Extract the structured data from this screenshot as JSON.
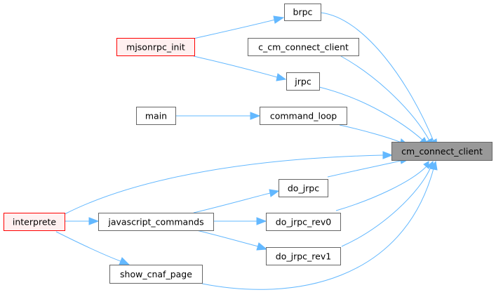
{
  "graph": {
    "edge_color": "#63b8ff",
    "nodes": {
      "brpc": "brpc",
      "mjsonrpc_init": "mjsonrpc_init",
      "c_cm_connect_client": "c_cm_connect_client",
      "jrpc": "jrpc",
      "main": "main",
      "command_loop": "command_loop",
      "cm_connect_client": "cm_connect_client",
      "do_jrpc": "do_jrpc",
      "interprete": "interprete",
      "javascript_commands": "javascript_commands",
      "do_jrpc_rev0": "do_jrpc_rev0",
      "do_jrpc_rev1": "do_jrpc_rev1",
      "show_cnaf_page": "show_cnaf_page"
    },
    "edges": [
      [
        "brpc",
        "cm_connect_client"
      ],
      [
        "c_cm_connect_client",
        "cm_connect_client"
      ],
      [
        "jrpc",
        "cm_connect_client"
      ],
      [
        "command_loop",
        "cm_connect_client"
      ],
      [
        "interprete",
        "cm_connect_client"
      ],
      [
        "do_jrpc",
        "cm_connect_client"
      ],
      [
        "do_jrpc_rev0",
        "cm_connect_client"
      ],
      [
        "do_jrpc_rev1",
        "cm_connect_client"
      ],
      [
        "show_cnaf_page",
        "cm_connect_client"
      ],
      [
        "mjsonrpc_init",
        "brpc"
      ],
      [
        "mjsonrpc_init",
        "jrpc"
      ],
      [
        "main",
        "command_loop"
      ],
      [
        "javascript_commands",
        "do_jrpc"
      ],
      [
        "javascript_commands",
        "do_jrpc_rev0"
      ],
      [
        "javascript_commands",
        "do_jrpc_rev1"
      ],
      [
        "interprete",
        "javascript_commands"
      ],
      [
        "interprete",
        "show_cnaf_page"
      ]
    ]
  }
}
